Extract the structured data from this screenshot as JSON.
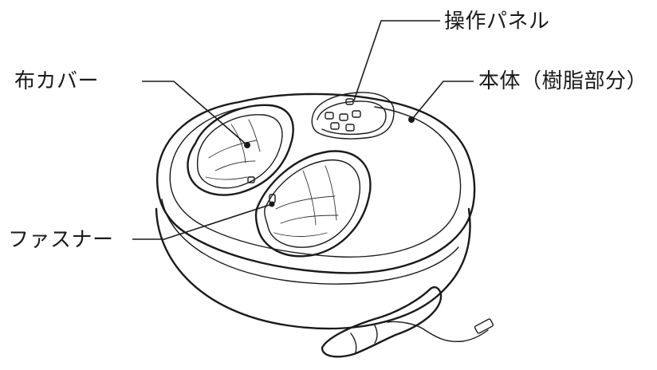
{
  "labels": {
    "control_panel": "操作パネル",
    "fabric_cover": "布カバー",
    "main_body": "本体（樹脂部分）",
    "zipper": "ファスナー"
  }
}
